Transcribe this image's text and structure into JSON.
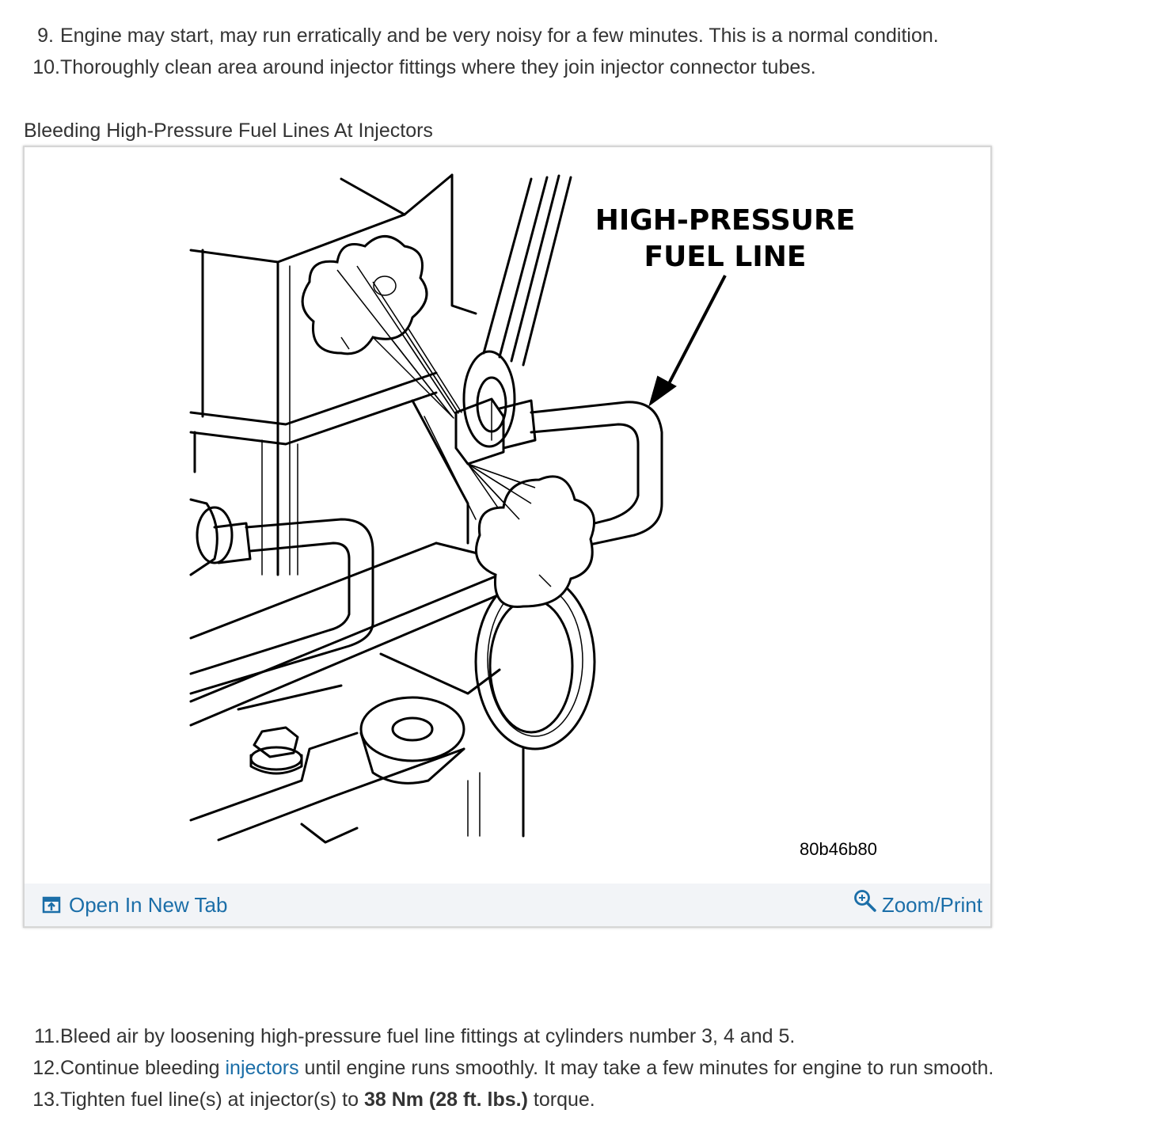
{
  "steps_before": [
    {
      "num": "9.",
      "text": "Engine may start, may run erratically and be very noisy for a few minutes. This is a normal condition."
    },
    {
      "num": "10.",
      "text": "Thoroughly clean area around injector fittings where they join injector connector tubes."
    }
  ],
  "figure": {
    "caption": "Bleeding High-Pressure Fuel Lines At Injectors",
    "label_line1": "HIGH-PRESSURE",
    "label_line2": "FUEL LINE",
    "image_code": "80b46b80",
    "open_tab_label": "Open In New Tab",
    "zoom_label": "Zoom/Print",
    "open_tab_icon": "open-new-tab-icon",
    "zoom_icon": "zoom-in-icon"
  },
  "steps_after": [
    {
      "num": "11.",
      "text": "Bleed air by loosening high-pressure fuel line fittings at cylinders number 3, 4 and 5."
    },
    {
      "num": "12.",
      "text_before": "Continue bleeding ",
      "link": "injectors",
      "text_after": " until engine runs smoothly. It may take a few minutes for engine to run smooth."
    },
    {
      "num": "13.",
      "text_before": "Tighten fuel line(s) at injector(s) to ",
      "bold": "38 Nm (28 ft. lbs.)",
      "text_after": " torque."
    }
  ],
  "colors": {
    "link": "#1b6ea8",
    "text": "#333333",
    "toolbar_bg": "#f2f4f7",
    "frame_border": "#d6d6d6"
  }
}
